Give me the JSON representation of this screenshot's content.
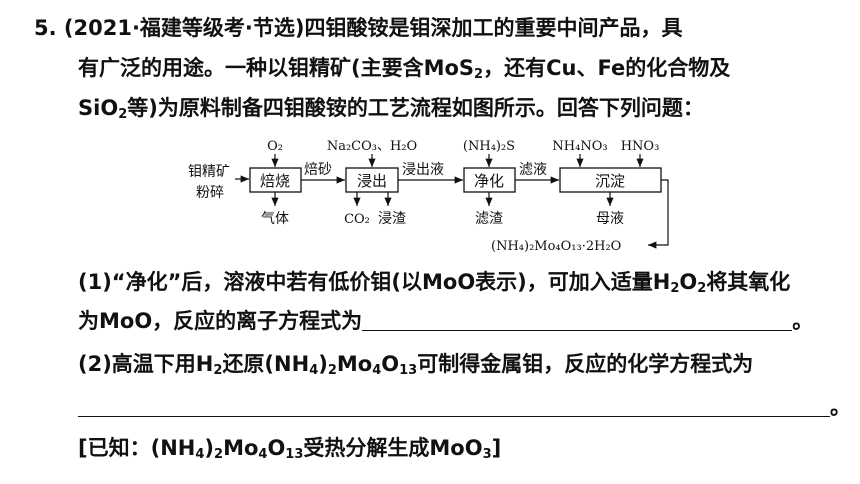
{
  "question": {
    "number": "5.",
    "source": "(2021·福建等级考·节选)",
    "intro_1": "四钼酸铵是钼深加工的重要中间产品，具",
    "intro_2_a": "有广泛的用途。一种以钼精矿(主要含MoS",
    "intro_2_sub": "2",
    "intro_2_b": "，还有Cu、Fe的化合物及",
    "intro_3_a": "SiO",
    "intro_3_sub": "2",
    "intro_3_b": "等)为原料制备四钼酸铵的工艺流程如图所示。回答下列问题："
  },
  "flow": {
    "raw_material_1": "钼精矿",
    "raw_material_2": "粉碎",
    "step1": "焙烧",
    "step2": "浸出",
    "step3": "净化",
    "step4": "沉淀",
    "arrow1_label": "焙砂",
    "arrow2_label": "浸出液",
    "arrow3_label": "滤液",
    "reagent1": "O₂",
    "reagent2": "Na₂CO₃、H₂O",
    "reagent3": "(NH₄)₂S",
    "reagent4a": "NH₄NO₃",
    "reagent4b": "HNO₃",
    "out1": "气体",
    "out2a": "CO₂",
    "out2b": "浸渣",
    "out3": "滤渣",
    "out4": "母液",
    "product": "(NH₄)₂Mo₄O₁₃·2H₂O"
  },
  "q1": {
    "line1_a": "(1)“净化”后，溶液中若有低价钼(以MoO表示)，可加入适量H",
    "line1_sub1": "2",
    "line1_b": "O",
    "line1_sub2": "2",
    "line1_c": "将其氧化",
    "line2_a": "为MoO，反应的离子方程式为",
    "line2_end": "。"
  },
  "q2": {
    "line_a": "(2)高温下用H",
    "line_sub1": "2",
    "line_b": "还原(NH",
    "line_sub2": "4",
    "line_c": ")",
    "line_sub3": "2",
    "line_d": "Mo",
    "line_sub4": "4",
    "line_e": "O",
    "line_sub5": "13",
    "line_f": "可制得金属钼，反应的化学方程式为",
    "line2_end": "。"
  },
  "known": {
    "a": "[已知：(NH",
    "sub1": "4",
    "b": ")",
    "sub2": "2",
    "c": "Mo",
    "sub3": "4",
    "d": "O",
    "sub4": "13",
    "e": "受热分解生成MoO",
    "sub5": "3",
    "f": "]"
  }
}
